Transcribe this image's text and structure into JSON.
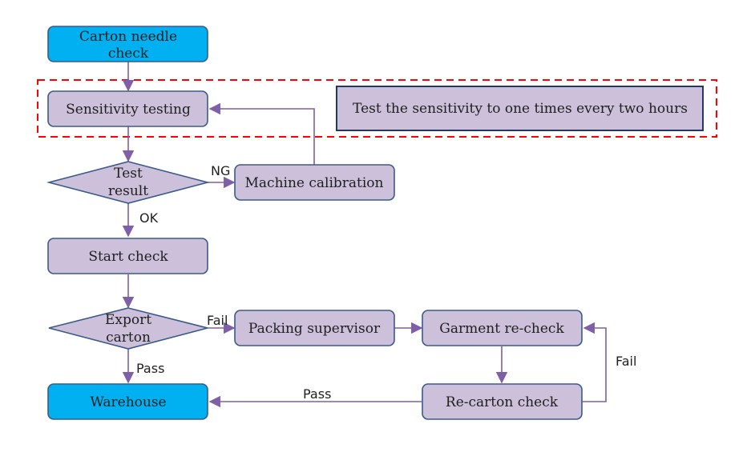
{
  "diagram": {
    "nodes": {
      "carton_needle": {
        "label_lines": [
          "Carton needle",
          "check"
        ],
        "shape": "rounded-rect",
        "fill": "#00b0f0"
      },
      "sensitivity": {
        "label_lines": [
          "Sensitivity testing"
        ],
        "shape": "rounded-rect",
        "fill": "#ccc0da"
      },
      "note": {
        "label_lines": [
          "Test the sensitivity to one times every two hours"
        ],
        "shape": "rect",
        "fill": "#ccc0da"
      },
      "test_result": {
        "label_lines": [
          "Test",
          "result"
        ],
        "shape": "diamond",
        "fill": "#ccc0da"
      },
      "calibration": {
        "label_lines": [
          "Machine calibration"
        ],
        "shape": "rounded-rect",
        "fill": "#ccc0da"
      },
      "start_check": {
        "label_lines": [
          "Start check"
        ],
        "shape": "rounded-rect",
        "fill": "#ccc0da"
      },
      "export_carton": {
        "label_lines": [
          "Export",
          "carton"
        ],
        "shape": "diamond",
        "fill": "#ccc0da"
      },
      "packing_supervisor": {
        "label_lines": [
          "Packing supervisor"
        ],
        "shape": "rounded-rect",
        "fill": "#ccc0da"
      },
      "garment_recheck": {
        "label_lines": [
          "Garment re-check"
        ],
        "shape": "rounded-rect",
        "fill": "#ccc0da"
      },
      "warehouse": {
        "label_lines": [
          "Warehouse"
        ],
        "shape": "rounded-rect",
        "fill": "#00b0f0"
      },
      "recarton": {
        "label_lines": [
          "Re-carton check"
        ],
        "shape": "rounded-rect",
        "fill": "#ccc0da"
      }
    },
    "edge_labels": {
      "ng": "NG",
      "ok": "OK",
      "fail_export": "Fail",
      "pass_export": "Pass",
      "fail_recarton": "Fail",
      "pass_recarton": "Pass"
    },
    "colors": {
      "connector": "#7f5fa8",
      "border": "#3b5a8a",
      "highlight_dash": "#ff0000"
    }
  }
}
